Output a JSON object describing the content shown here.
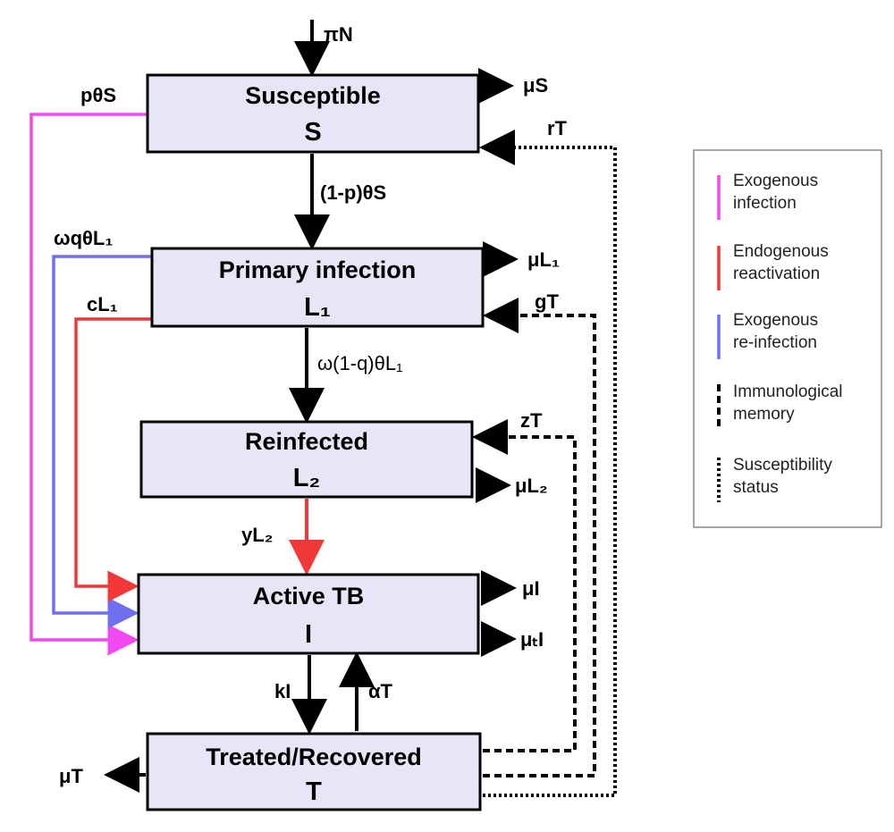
{
  "colors": {
    "box_fill": "#e6e6f8",
    "exogenous_infection": "#f049f0",
    "endogenous_reactivation": "#f03838",
    "exogenous_reinfection": "#6f6ff0",
    "black": "#000000"
  },
  "compartments": {
    "susceptible": {
      "title": "Susceptible",
      "symbol": "S"
    },
    "primary": {
      "title": "Primary infection",
      "symbol": "L₁"
    },
    "reinfected": {
      "title": "Reinfected",
      "symbol": "L₂"
    },
    "active": {
      "title": "Active TB",
      "symbol": "I"
    },
    "treated": {
      "title": "Treated/Recovered",
      "symbol": "T"
    }
  },
  "rates": {
    "recruitment": "πN",
    "death_s": "μS",
    "death_l1": "μL₁",
    "death_l2": "μL₂",
    "death_i": "μI",
    "death_t_i": "μₜI",
    "death_t": "μT",
    "s_to_l1": "(1-p)θS",
    "s_to_i": "pθS",
    "l1_to_l2": "ω(1-q)θL₁",
    "l1_to_i_exo": "ωqθL₁",
    "l1_to_i_endo": "cL₁",
    "l2_to_i": "yL₂",
    "i_to_t": "kI",
    "t_to_i": "αT",
    "t_to_s": "rT",
    "t_to_l1": "gT",
    "t_to_l2": "zT"
  },
  "legend": {
    "exogenous_infection": [
      "Exogenous",
      "infection"
    ],
    "endogenous_reactivation": [
      "Endogenous",
      "reactivation"
    ],
    "exogenous_reinfection": [
      "Exogenous",
      "re-infection"
    ],
    "immunological_memory": [
      "Immunological",
      "memory"
    ],
    "susceptibility_status": [
      "Susceptibility",
      "status"
    ]
  }
}
